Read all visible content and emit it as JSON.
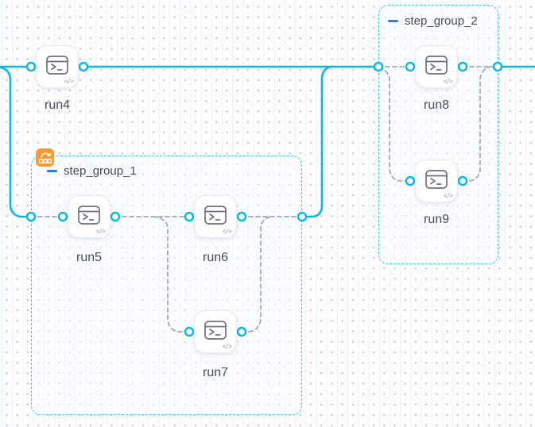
{
  "nodes": {
    "run4": {
      "label": "run4"
    },
    "run5": {
      "label": "run5"
    },
    "run6": {
      "label": "run6"
    },
    "run7": {
      "label": "run7"
    },
    "run8": {
      "label": "run8"
    },
    "run9": {
      "label": "run9"
    }
  },
  "groups": {
    "group1": {
      "label": "step_group_1"
    },
    "group2": {
      "label": "step_group_2"
    }
  },
  "icons": {
    "node_type": "terminal-icon",
    "code_glyph": "</>",
    "collapse": "minus-icon",
    "group1_badge": "loop-sequence-badge-icon"
  },
  "colors": {
    "edge": "#07b9e8",
    "group_border": "#3cc5f0",
    "edge_dashed": "#a3aab6",
    "badge": "#f79b2e",
    "collapse": "#2b7fd9",
    "label": "#434c5b"
  }
}
